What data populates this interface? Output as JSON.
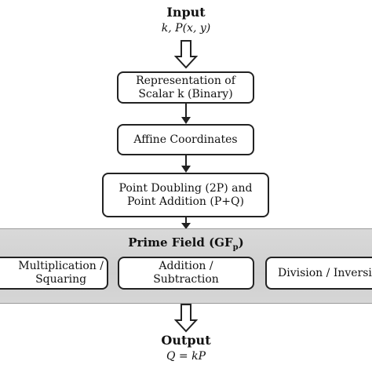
{
  "input": {
    "title": "Input",
    "params": "k, P(x, y)"
  },
  "steps": [
    {
      "line1": "Representation of",
      "line2": "Scalar k (Binary)"
    },
    {
      "line1": "Affine Coordinates",
      "line2": ""
    },
    {
      "line1": "Point Doubling (2P) and",
      "line2": "Point Addition (P+Q)"
    }
  ],
  "prime_field": {
    "title_main": "Prime Field (GF",
    "title_sub": "p",
    "title_end": ")",
    "ops": [
      {
        "line1": "Multiplication /",
        "line2": "Squaring"
      },
      {
        "line1": "Addition /",
        "line2": "Subtraction"
      },
      {
        "line1": "Division / Inversion",
        "line2": ""
      }
    ]
  },
  "output": {
    "title": "Output",
    "formula": "Q = kP"
  }
}
